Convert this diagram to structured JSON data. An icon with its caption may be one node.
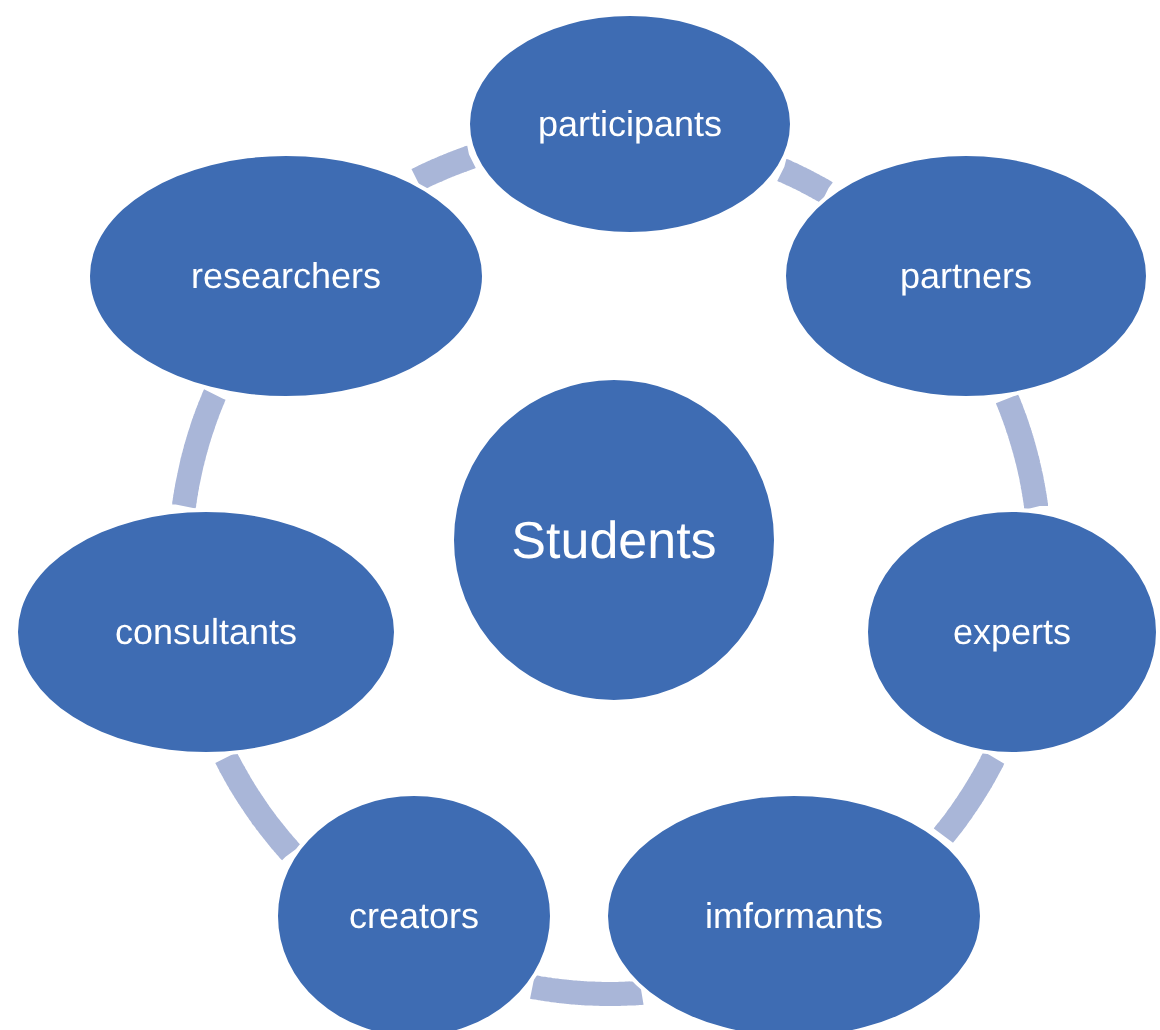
{
  "diagram": {
    "nodes": [
      {
        "text": [
          "participants"
        ]
      },
      {
        "text": [
          "partners"
        ]
      },
      {
        "text": [
          "experts"
        ]
      },
      {
        "text": [
          "imformants"
        ]
      },
      {
        "text": [
          "creators"
        ]
      },
      {
        "text": [
          "consultants"
        ]
      },
      {
        "text": [
          "researchers"
        ]
      },
      {
        "text": [
          "Students"
        ]
      }
    ],
    "edges": [
      {
        "from": 0,
        "to": 1,
        "arrow": "none"
      },
      {
        "from": 1,
        "to": 2,
        "arrow": "none"
      },
      {
        "from": 2,
        "to": 3,
        "arrow": "none"
      },
      {
        "from": 3,
        "to": 4,
        "arrow": "none"
      },
      {
        "from": 4,
        "to": 5,
        "arrow": "none"
      },
      {
        "from": 5,
        "to": 6,
        "arrow": "none"
      },
      {
        "from": 6,
        "to": 0,
        "arrow": "none"
      }
    ]
  }
}
